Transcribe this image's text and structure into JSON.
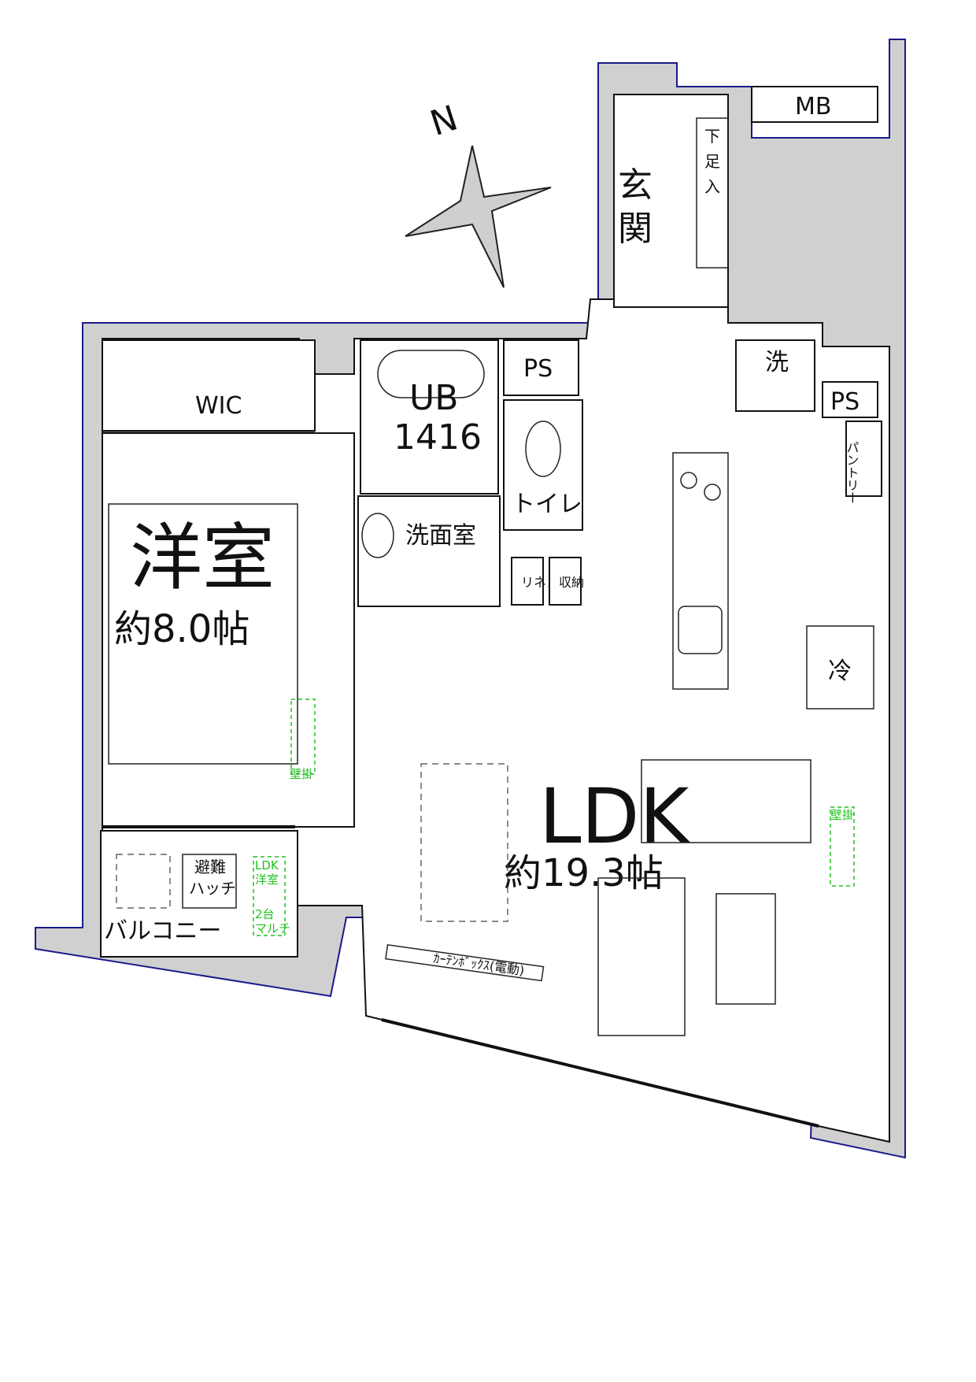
{
  "compass": {
    "north_label": "N"
  },
  "rooms": {
    "wic": "WIC",
    "ub": "UB",
    "ub_size": "1416",
    "ps1": "PS",
    "ps2": "PS",
    "toilet": "トイレ",
    "washroom": "洗面室",
    "linen": "リネン",
    "storage": "収納",
    "bedroom": "洋室",
    "bedroom_area": "約8.0帖",
    "ldk": "LDK",
    "ldk_area": "約19.3帖",
    "entrance_1": "玄",
    "entrance_2": "関",
    "shoe_1": "下",
    "shoe_2": "足",
    "shoe_3": "入",
    "mb": "MB",
    "laundry": "洗",
    "pantry": "パントリー",
    "fridge": "冷",
    "balcony": "バルコニー",
    "hatch_1": "避難",
    "hatch_2": "ハッチ",
    "wall_mount_1": "壁掛",
    "wall_mount_2": "壁掛",
    "multi_1": "LDK",
    "multi_2": "洋室",
    "multi_3": "2台",
    "multi_4": "マルチ",
    "curtain": "ｶｰﾃﾝﾎﾞｯｸｽ(電動)"
  }
}
